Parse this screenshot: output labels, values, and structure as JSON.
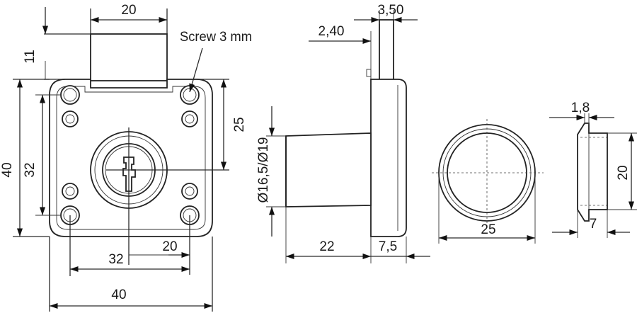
{
  "annotations": {
    "screw": "Screw 3 mm"
  },
  "dimensions": {
    "front_top_width": "20",
    "front_top_offset": "11",
    "front_height_outer": "40",
    "front_height_inner": "32",
    "front_right_25": "25",
    "front_bottom_32": "32",
    "front_bottom_20": "20",
    "front_bottom_40": "40",
    "side_top_350": "3,50",
    "side_top_240": "2,40",
    "side_diameter": "Ø16,5/Ø19",
    "side_bottom_22": "22",
    "side_bottom_75": "7,5",
    "ring_width_25": "25",
    "washer_top_18": "1,8",
    "washer_height_20": "20",
    "washer_bottom_7": "7"
  }
}
